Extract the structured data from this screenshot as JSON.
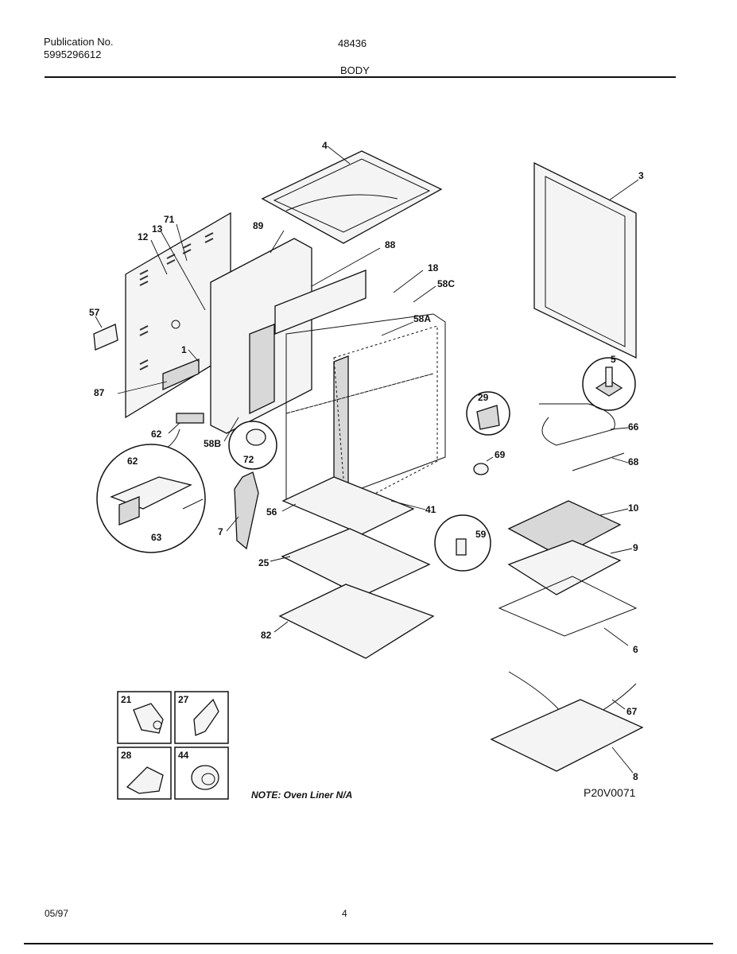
{
  "header": {
    "publication_label": "Publication No.",
    "publication_number": "5995296612",
    "model": "48436",
    "section": "BODY"
  },
  "callouts": {
    "p1": "1",
    "p3": "3",
    "p4": "4",
    "p5": "5",
    "p6": "6",
    "p7": "7",
    "p8": "8",
    "p9": "9",
    "p10": "10",
    "p12": "12",
    "p13": "13",
    "p18": "18",
    "p21": "21",
    "p25": "25",
    "p27": "27",
    "p28": "28",
    "p29": "29",
    "p41": "41",
    "p44": "44",
    "p56": "56",
    "p57": "57",
    "p58a": "58A",
    "p58b": "58B",
    "p58c": "58C",
    "p59": "59",
    "p62a": "62",
    "p62b": "62",
    "p63": "63",
    "p66": "66",
    "p67": "67",
    "p68": "68",
    "p69": "69",
    "p71": "71",
    "p72": "72",
    "p82": "82",
    "p87": "87",
    "p88": "88",
    "p89": "89"
  },
  "note": "NOTE: Oven Liner N/A",
  "figure_code": "P20V0071",
  "footer": {
    "date": "05/97",
    "page_number": "4"
  }
}
